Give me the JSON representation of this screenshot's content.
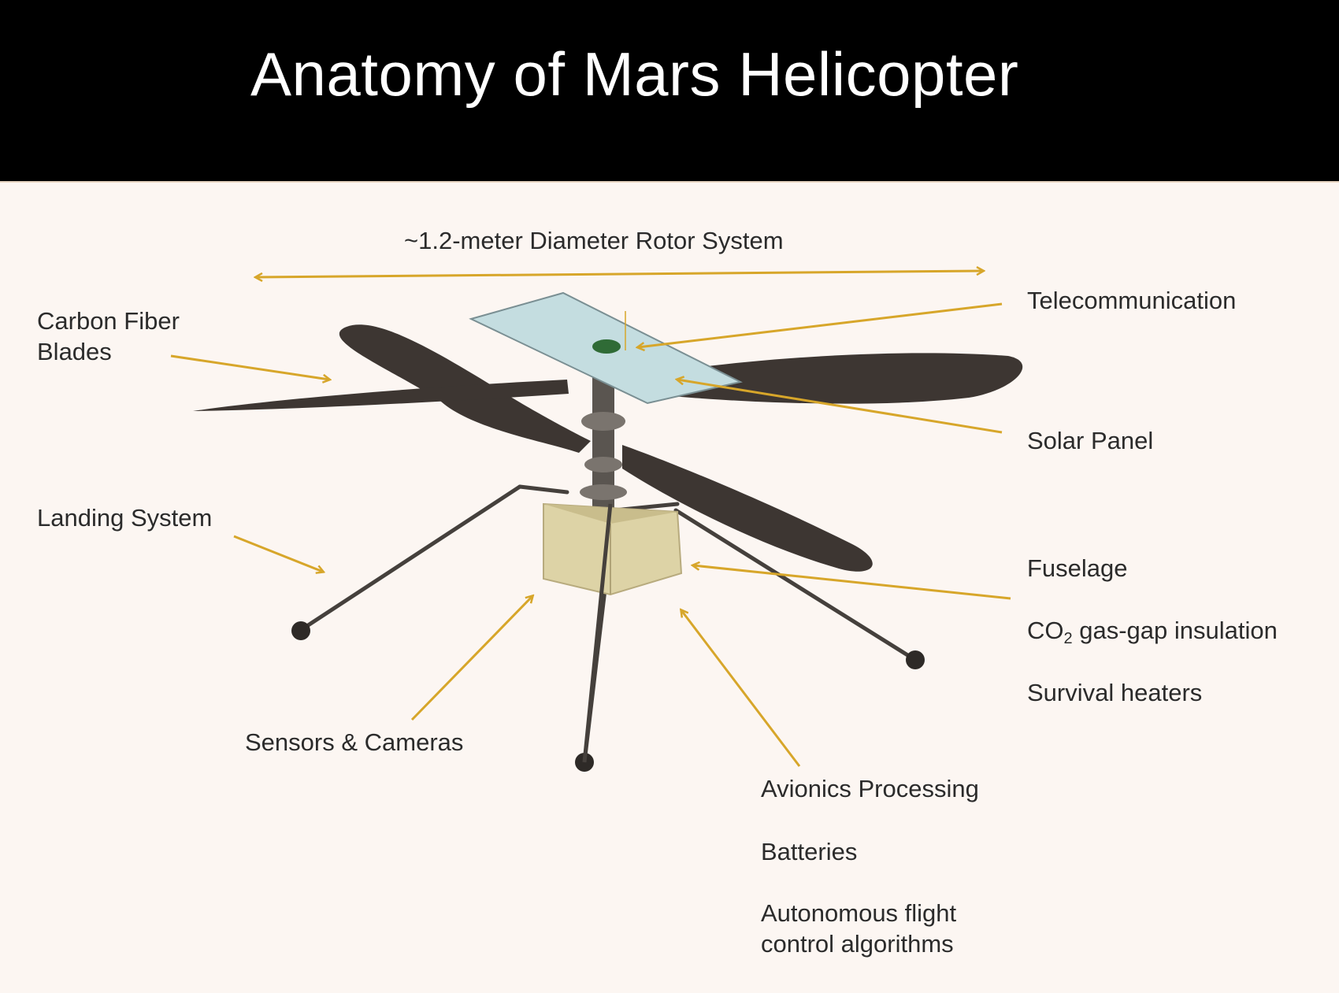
{
  "title": "Anatomy of Mars Helicopter",
  "colors": {
    "header_bg": "#000000",
    "background": "#fcf6f2",
    "arrow": "#d7a62a",
    "blade": "#3d3632",
    "solar_panel": "#c4dde0",
    "fuselage": "#ddd3a6"
  },
  "labels": {
    "rotor": "~1.2-meter Diameter Rotor System",
    "blades_line1": "Carbon Fiber",
    "blades_line2": "Blades",
    "telecom": "Telecommunication",
    "solar": "Solar Panel",
    "landing": "Landing System",
    "fuselage": "Fuselage",
    "co2_prefix": "CO",
    "co2_sub": "2",
    "co2_suffix": " gas-gap insulation",
    "heaters": "Survival heaters",
    "sensors": "Sensors & Cameras",
    "avionics": "Avionics Processing",
    "batteries": "Batteries",
    "autonomous_line1": "Autonomous flight",
    "autonomous_line2": "control algorithms"
  }
}
